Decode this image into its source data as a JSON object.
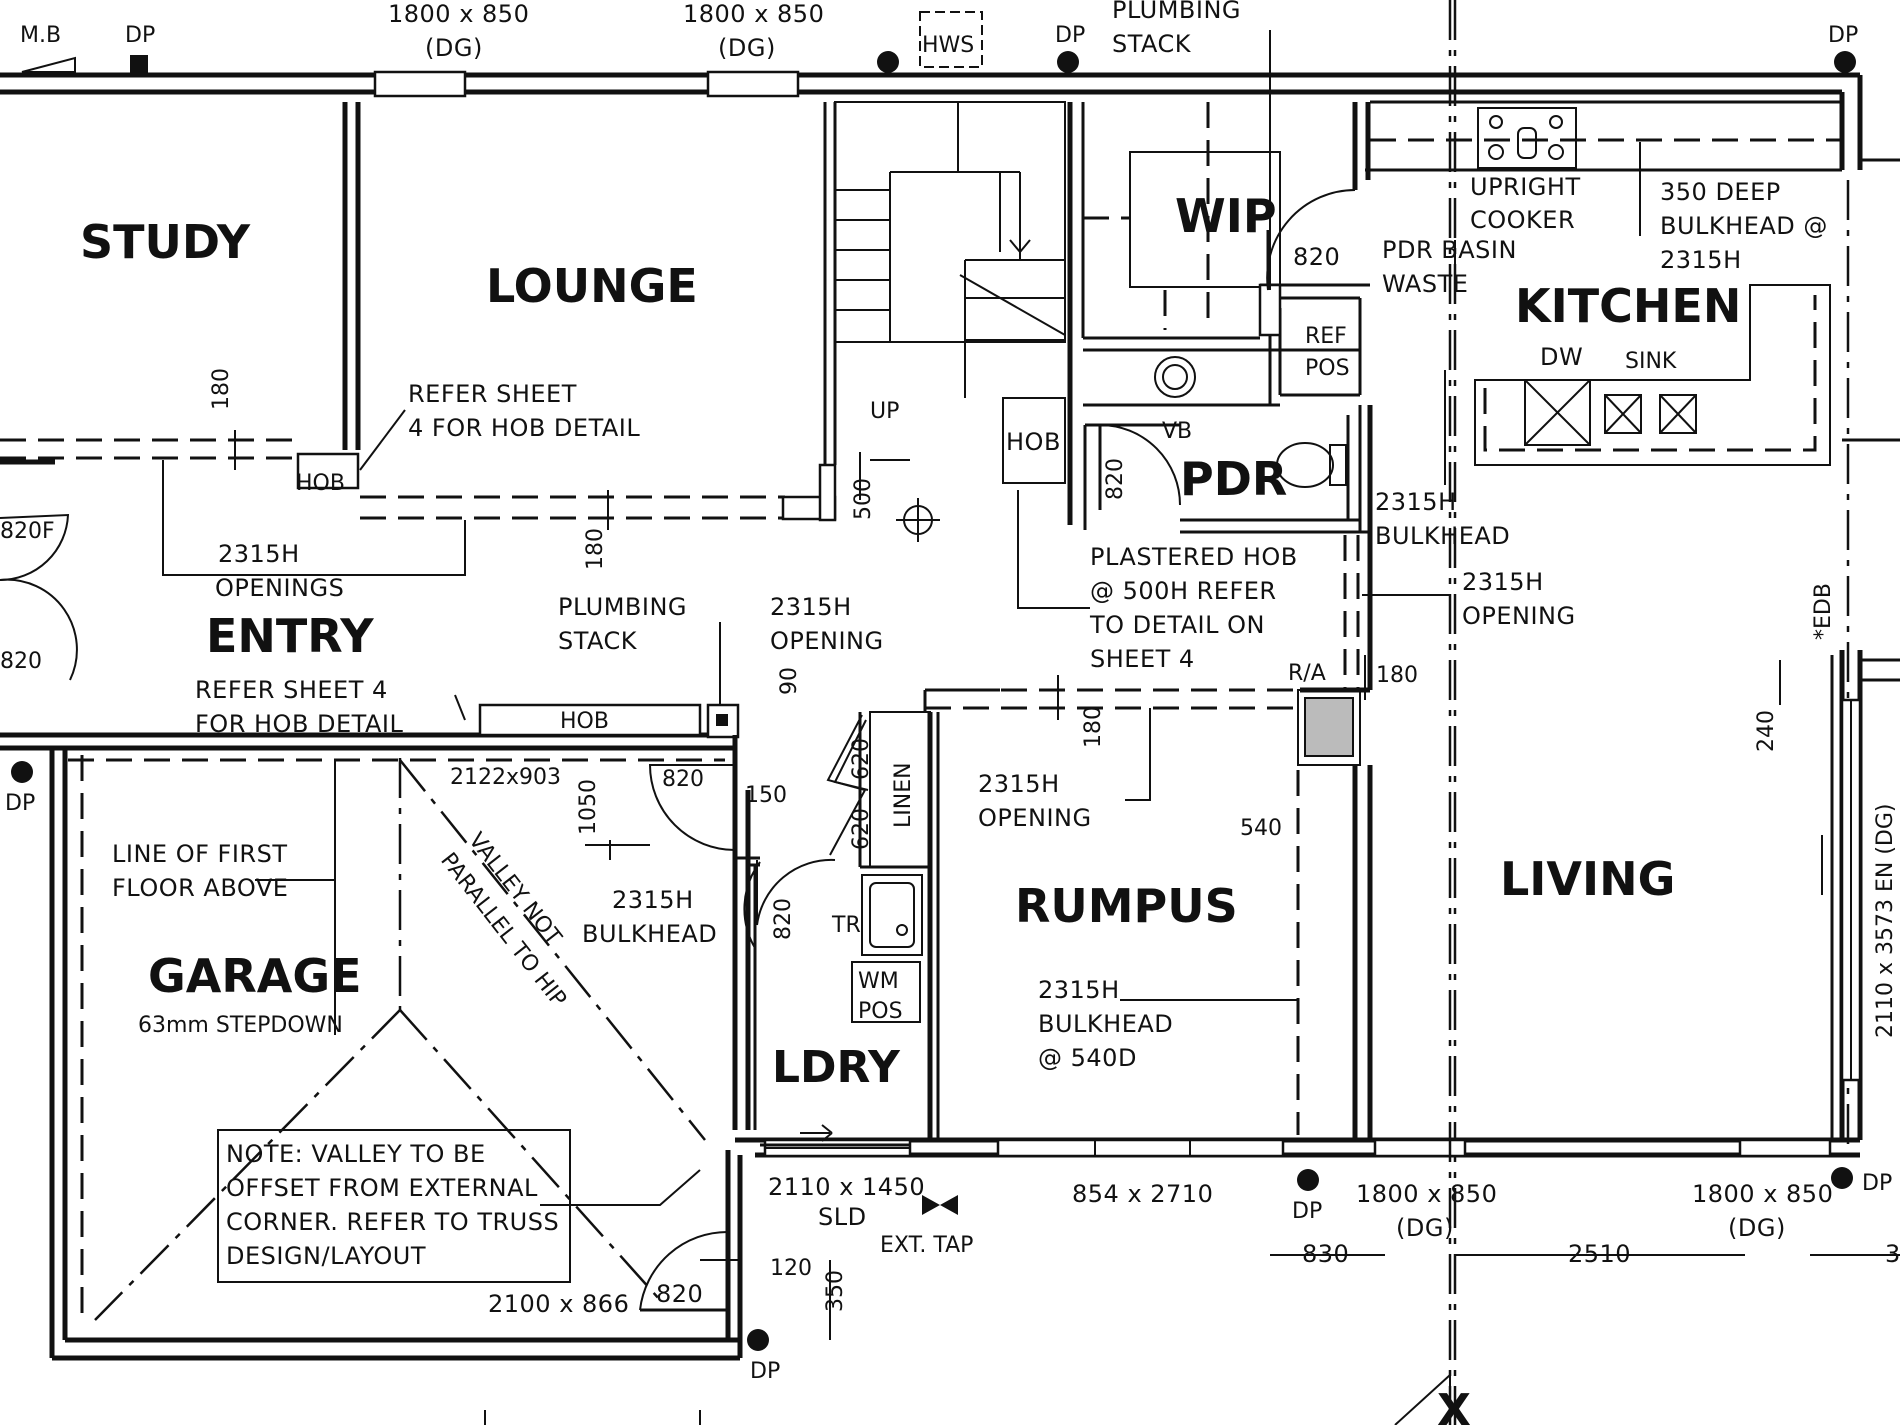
{
  "colors": {
    "line": "#111111",
    "background": "#ffffff",
    "fill_grey": "#bbbbbb"
  },
  "rooms": {
    "study": "STUDY",
    "lounge": "LOUNGE",
    "wip": "WIP",
    "kitchen": "KITCHEN",
    "pdr": "PDR",
    "entry": "ENTRY",
    "rumpus": "RUMPUS",
    "living": "LIVING",
    "garage": "GARAGE",
    "garage_sub": "63mm STEPDOWN",
    "ldry": "LDRY"
  },
  "labels": {
    "mb": "M.B",
    "dp": "DP",
    "hws": "HWS",
    "plumbing_stack_top_1": "PLUMBING",
    "plumbing_stack_top_2": "STACK",
    "win_top_1_size": "1800 x 850",
    "win_top_1_type": "(DG)",
    "win_top_2_size": "1800 x 850",
    "win_top_2_type": "(DG)",
    "upright_cooker_1": "UPRIGHT",
    "upright_cooker_2": "COOKER",
    "bulkhead_350_1": "350 DEEP",
    "bulkhead_350_2": "BULKHEAD @",
    "bulkhead_350_3": "2315H",
    "pdr_basin_1": "PDR BASIN",
    "pdr_basin_2": "WASTE",
    "ref_pos_1": "REF",
    "ref_pos_2": "POS",
    "dw": "DW",
    "sink": "SINK",
    "door_820_wip": "820",
    "up": "UP",
    "hob": "HOB",
    "hob2": "HOB",
    "hob3": "HOB",
    "vb": "VB",
    "dim_820_pdr": "820",
    "refer_sheet_1": "REFER SHEET",
    "refer_sheet_2": "4 FOR HOB DETAIL",
    "dim_180_a": "180",
    "dim_180_b": "180",
    "dim_180_c": "180",
    "dim_180_d": "180",
    "dim_500": "500",
    "door_820f": "820F",
    "door_820_entry": "820",
    "openings_2315_1": "2315H",
    "openings_2315_2": "OPENINGS",
    "bulkhead_2315_k1": "2315H",
    "bulkhead_2315_k2": "BULKHEAD",
    "plastered_hob_1": "PLASTERED HOB",
    "plastered_hob_2": "@ 500H REFER",
    "plastered_hob_3": "TO DETAIL ON",
    "plastered_hob_4": "SHEET 4",
    "opening_2315_k1": "2315H",
    "opening_2315_k2": "OPENING",
    "plumbing_stack_mid_1": "PLUMBING",
    "plumbing_stack_mid_2": "STACK",
    "opening_2315_m1": "2315H",
    "opening_2315_m2": "OPENING",
    "ra": "R/A",
    "edb": "*EDB",
    "dim_240": "240",
    "refer_sheet_4_1": "REFER SHEET 4",
    "refer_sheet_4_2": "FOR HOB DETAIL",
    "dim_90": "90",
    "dim_2122": "2122x903",
    "door_820_ldry_top": "820",
    "dim_150": "150",
    "dim_620": "620",
    "dim_620b": "620",
    "linen": "LINEN",
    "opening_2315_r1": "2315H",
    "opening_2315_r2": "OPENING",
    "dim_540": "540",
    "line_first_floor_1": "LINE OF FIRST",
    "line_first_floor_2": "FLOOR ABOVE",
    "valley_1": "VALLEY NOT",
    "valley_2": "PARALLEL TO HIP",
    "dim_1050": "1050",
    "bulkhead_2315_g1": "2315H",
    "bulkhead_2315_g2": "BULKHEAD",
    "door_820_ldry": "820",
    "tr": "TR",
    "wm_pos_1": "WM",
    "wm_pos_2": "POS",
    "bulkhead_540_1": "2315H",
    "bulkhead_540_2": "BULKHEAD",
    "bulkhead_540_3": "@ 540D",
    "win_living_side": "2110 x 3573 EN (DG)",
    "note_1": "NOTE: VALLEY TO BE",
    "note_2": "OFFSET FROM EXTERNAL",
    "note_3": "CORNER. REFER TO TRUSS",
    "note_4": "DESIGN/LAYOUT",
    "sld_1": "2110 x 1450",
    "sld_2": "SLD",
    "ext_tap": "EXT. TAP",
    "win_rumpus": "854 x 2710",
    "win_bottom_1_size": "1800 x 850",
    "win_bottom_1_type": "(DG)",
    "win_bottom_2_size": "1800 x 850",
    "win_bottom_2_type": "(DG)",
    "dim_830": "830",
    "dim_2510": "2510",
    "dim_3": "3",
    "dim_120": "120",
    "dim_350": "350",
    "door_garage_size": "2100 x 866",
    "door_820_garage": "820",
    "grid_x": "X"
  }
}
